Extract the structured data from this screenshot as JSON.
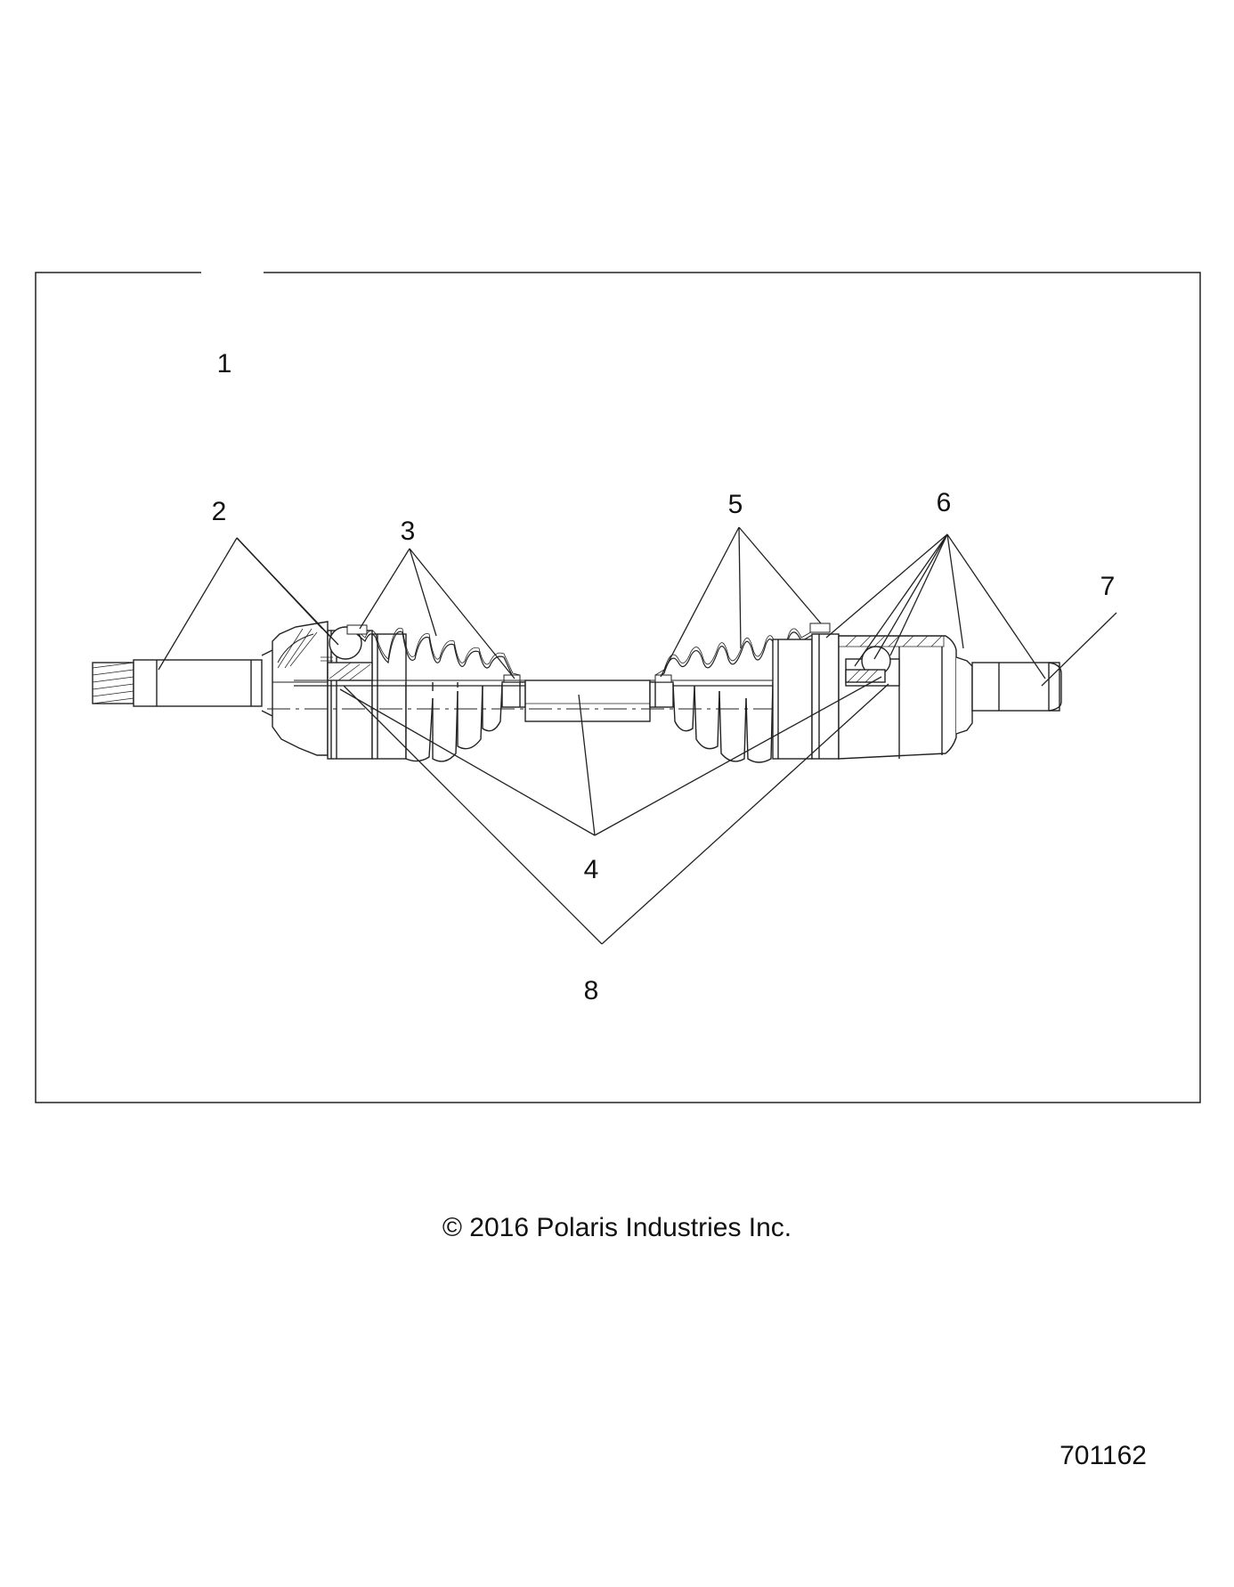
{
  "callouts": {
    "c1": "1",
    "c2": "2",
    "c3": "3",
    "c4": "4",
    "c5": "5",
    "c6": "6",
    "c7": "7",
    "c8": "8"
  },
  "footer": {
    "copyright": "© 2016 Polaris Industries Inc.",
    "diagram_number": "701162"
  },
  "colors": {
    "line": "#111111",
    "background": "#ffffff"
  }
}
